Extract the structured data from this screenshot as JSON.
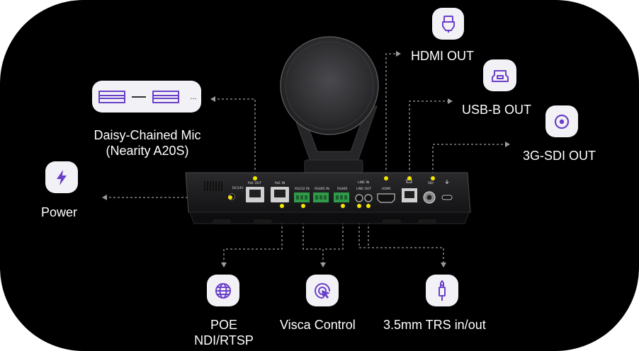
{
  "colors": {
    "background": "#000000",
    "icon_box": "#f2f2f6",
    "icon_accent": "#6a3fc9",
    "connector_dot": "#f5e600",
    "dashed_line": "#9a9a9a",
    "label_text": "#ffffff"
  },
  "labels": {
    "hdmi_out": "HDMI OUT",
    "usb_b_out": "USB-B OUT",
    "sdi_out": "3G-SDI OUT",
    "mic_line1": "Daisy-Chained Mic",
    "mic_line2": "(Nearity A20S)",
    "power": "Power",
    "poe_line1": "POE",
    "poe_line2": "NDI/RTSP",
    "visca": "Visca Control",
    "trs": "3.5mm TRS in/out"
  },
  "panel_text": {
    "dc": "DC24V",
    "poe_out": "PoE OUT",
    "poe_in": "PoE IN",
    "rs232_in": "RS232 IN",
    "rs485_in": "RS485 IN",
    "rs485": "RS485",
    "line_in": "LINE IN",
    "line_out": "LINE OUT",
    "hdmi": "HDMI",
    "sdi": "SDI",
    "mic_chain_ellipsis": "..."
  },
  "icons": {
    "hdmi": "hdmi-connector-icon",
    "usb_b": "usb-b-connector-icon",
    "sdi": "sdi-connector-icon",
    "power": "lightning-bolt-icon",
    "mic": "ceiling-microphone-icon",
    "poe": "globe-icon",
    "visca": "pointer-click-icon",
    "trs": "audio-jack-icon"
  }
}
